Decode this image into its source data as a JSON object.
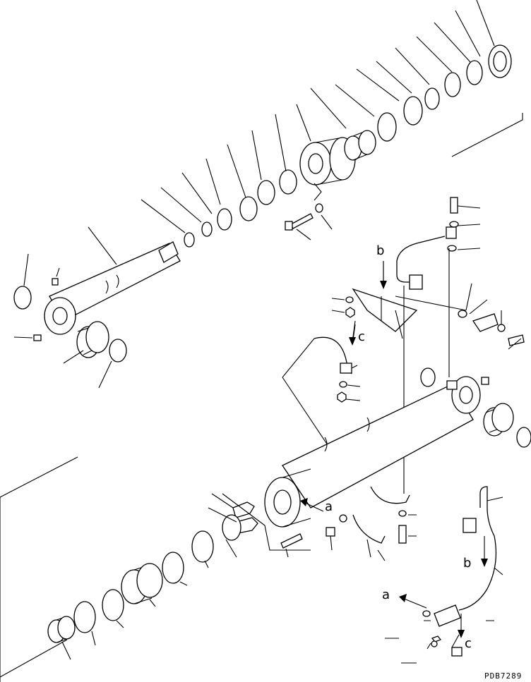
{
  "callouts": {
    "a": "a",
    "b": "b",
    "c": "c"
  },
  "drawing_code": "PDB7289"
}
